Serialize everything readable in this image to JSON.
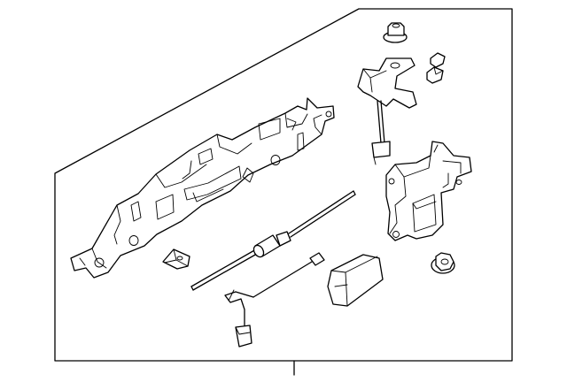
{
  "diagram": {
    "kind": "exploded-parts-view",
    "background": "#ffffff",
    "line_color": "#000000",
    "callout_labels": []
  },
  "parts": [
    {
      "id": "handle-reinforcement-bracket",
      "icon": "reinforcement-bracket-icon"
    },
    {
      "id": "clip-nut",
      "icon": "clip-nut-icon"
    },
    {
      "id": "actuator-rod",
      "icon": "actuator-rod-icon"
    },
    {
      "id": "lock-cable",
      "icon": "lock-cable-icon"
    },
    {
      "id": "handle-cap",
      "icon": "handle-cap-icon"
    },
    {
      "id": "mounting-bracket",
      "icon": "mounting-bracket-icon"
    },
    {
      "id": "flange-nut-top",
      "icon": "flange-nut-icon"
    },
    {
      "id": "bolt",
      "icon": "bolt-icon"
    },
    {
      "id": "lock-actuator",
      "icon": "lock-actuator-icon"
    },
    {
      "id": "flange-nut-bottom",
      "icon": "flange-nut-icon"
    }
  ]
}
